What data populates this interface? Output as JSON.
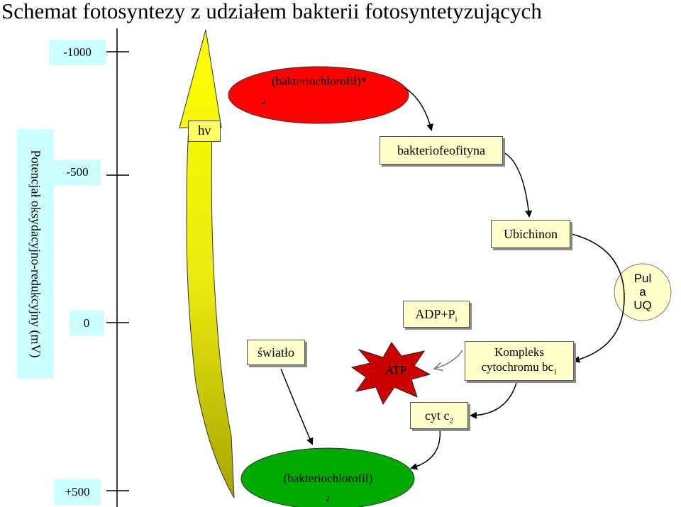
{
  "title": "Schemat fotosyntezy z udziałem bakterii fotosyntetyzujących",
  "y_axis": {
    "label": "Potencjał oksydacyjno-redukcyjny (mV)",
    "ticks": [
      "-1000",
      "-500",
      "0",
      "+500"
    ]
  },
  "light_arrow_label": "hν",
  "excited_state": {
    "label": "(bakteriochlorofil)*",
    "subscript": "2"
  },
  "ground_state": {
    "label": "(bakteriochlorofil)",
    "subscript": "2"
  },
  "light_label": "światło",
  "bacteriopheophytin": "bakteriofeofityna",
  "ubiquinone": "Ubichinon",
  "pool": {
    "line1": "Pul",
    "line2": "a",
    "line3": "UQ"
  },
  "adp": {
    "label": "ADP+P",
    "subscript": "i"
  },
  "atp": "ATP",
  "cytochrome_complex": {
    "line1": "Kompleks",
    "line2": "cytochromu bc",
    "subscript": "1"
  },
  "cyt_c2": {
    "label": "cyt c",
    "subscript": "2"
  },
  "colors": {
    "scale_bg": "#ccffff",
    "box_bg": "#ffffcc",
    "excited_ellipse": "#ff0000",
    "ground_ellipse": "#00aa00",
    "atp_star": "#cc0000",
    "pool_ellipse": "#ffffcc",
    "light_arrow_top": "#ffff00",
    "light_arrow_bottom": "#aaa800"
  }
}
